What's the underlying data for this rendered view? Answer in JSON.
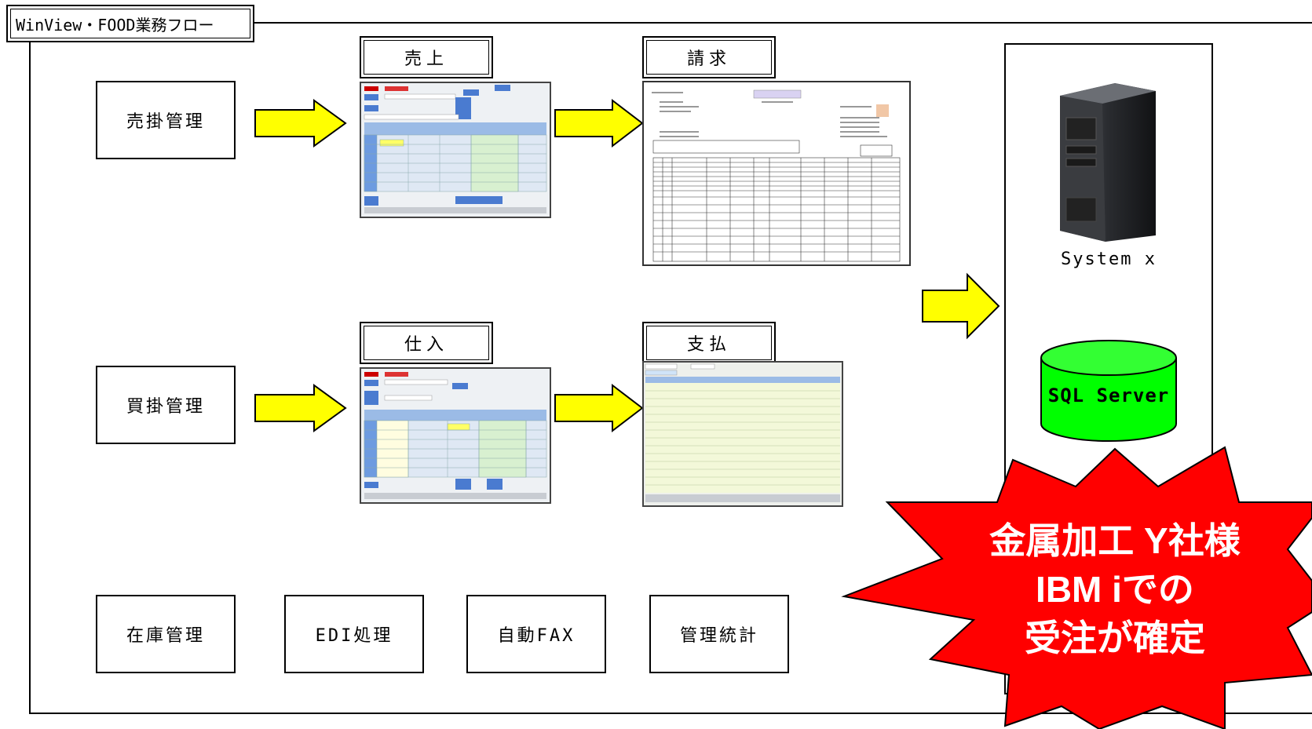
{
  "header": {
    "title": "WinView・FOOD業務フロー"
  },
  "modules": {
    "sales_ar": "売掛管理",
    "purchase_ap": "買掛管理",
    "inventory": "在庫管理",
    "edi": "EDI処理",
    "fax": "自動FAX",
    "stats": "管理統計"
  },
  "screens": {
    "sales": "売上",
    "invoice": "請求",
    "purchase": "仕入",
    "payment": "支払"
  },
  "server": {
    "machine_label": "System x",
    "db_label": "SQL Server"
  },
  "callout": {
    "line1": "金属加工 Y社様",
    "line2": "IBM iでの",
    "line3": "受注が確定"
  },
  "colors": {
    "arrow_fill": "#ffff00",
    "db_fill": "#00ff00",
    "burst_fill": "#ff0000"
  }
}
